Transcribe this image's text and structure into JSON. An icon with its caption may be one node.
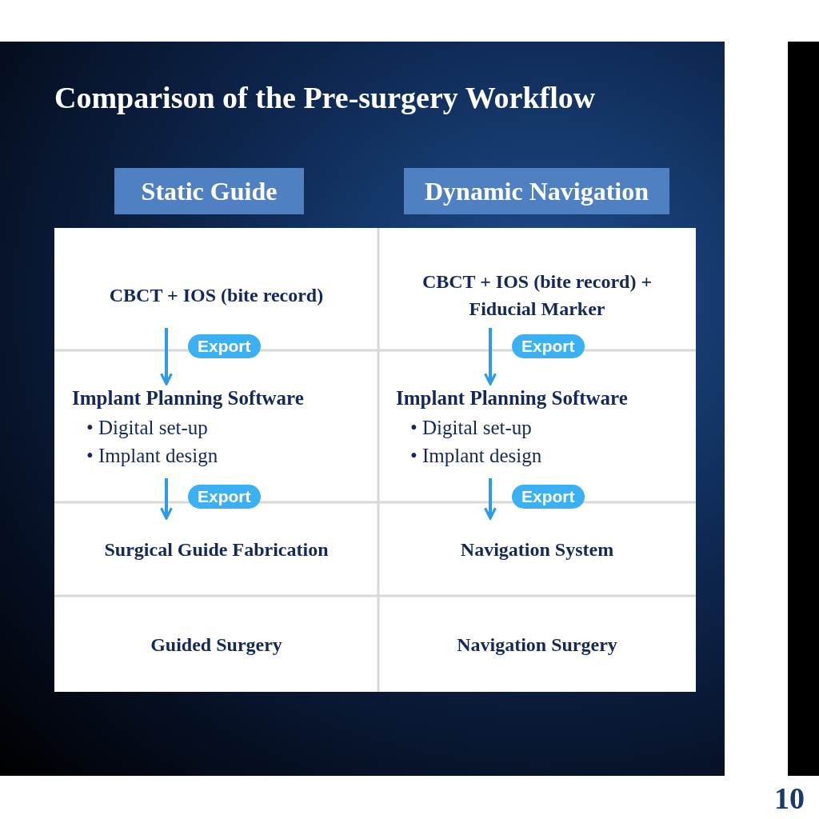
{
  "diagram": {
    "title": "Comparison of the Pre-surgery Workflow",
    "nodes": [
      {
        "text": [
          "Static Guide"
        ]
      },
      {
        "text": [
          "Dynamic Navigation"
        ]
      },
      {
        "text": [
          "CBCT + IOS (bite record)"
        ]
      },
      {
        "text": [
          "CBCT + IOS (bite record) + Fiducial Marker"
        ]
      },
      {
        "text": [
          "Implant Planning Software",
          "• Digital set-up",
          "• Implant design"
        ]
      },
      {
        "text": [
          "Implant Planning Software",
          "• Digital set-up",
          "• Implant design"
        ]
      },
      {
        "text": [
          "Surgical Guide Fabrication"
        ]
      },
      {
        "text": [
          "Navigation System"
        ]
      },
      {
        "text": [
          "Guided Surgery"
        ]
      },
      {
        "text": [
          "Navigation Surgery"
        ]
      }
    ],
    "edges": [
      {
        "from": 2,
        "to": 4,
        "arrow": "to",
        "label": "Export"
      },
      {
        "from": 4,
        "to": 6,
        "arrow": "to",
        "label": "Export"
      },
      {
        "from": 3,
        "to": 5,
        "arrow": "to",
        "label": "Export"
      },
      {
        "from": 5,
        "to": 7,
        "arrow": "to",
        "label": "Export"
      }
    ],
    "labels": [
      "10"
    ]
  }
}
